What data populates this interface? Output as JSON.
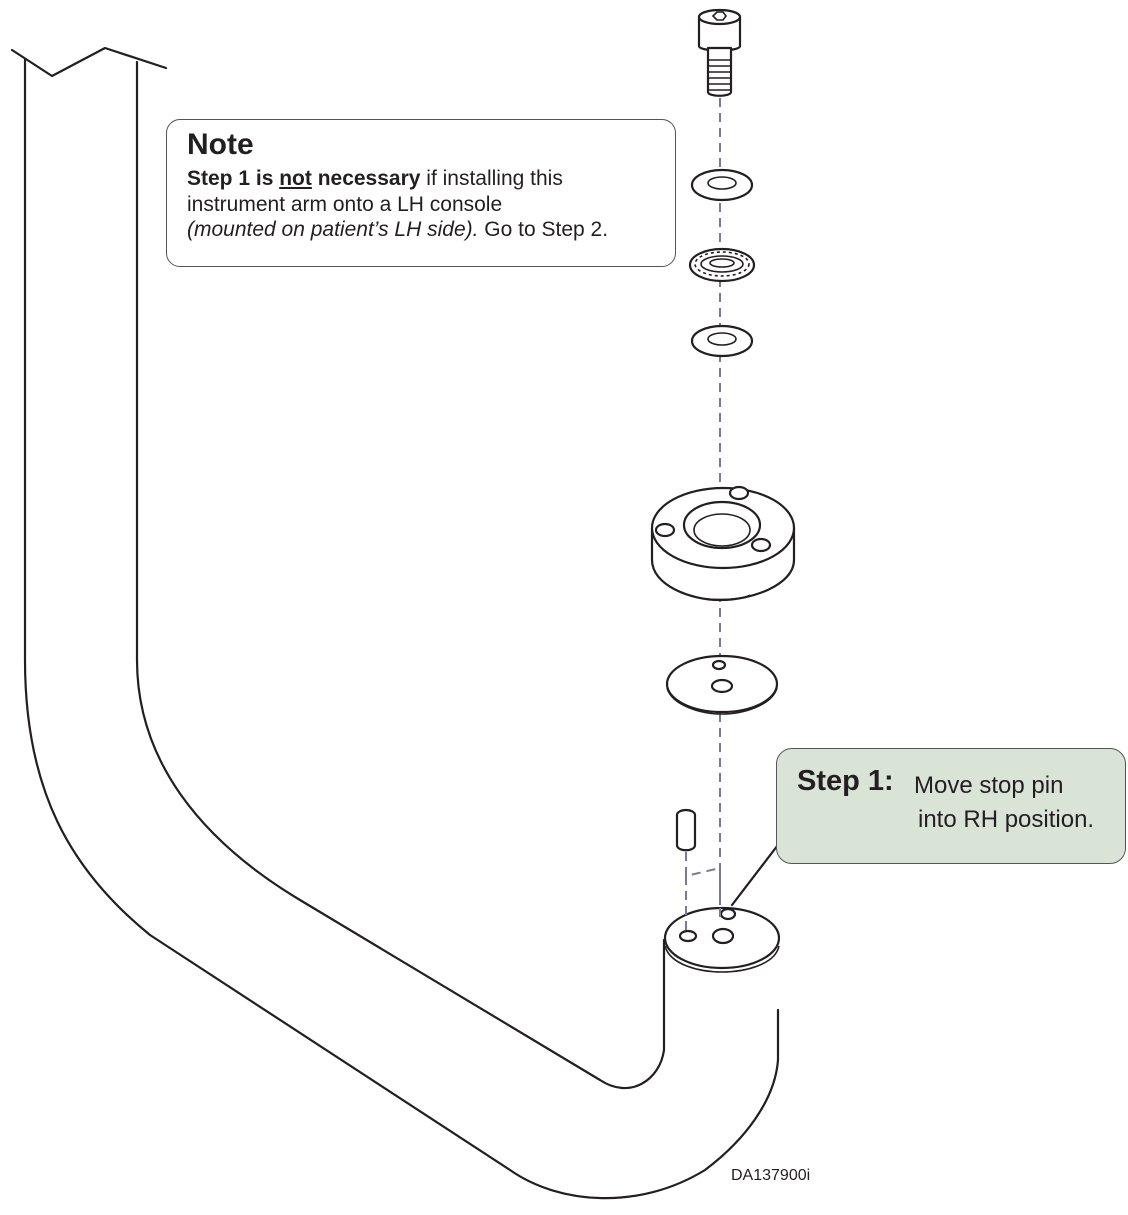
{
  "note": {
    "title": "Note",
    "line1_bold": "Step 1 is ",
    "line1_underlined": "not",
    "line1_bold_end": " necessary",
    "line1_rest": " if installing this",
    "line2": "instrument arm onto a LH console",
    "line3_italic": "(mounted on patient’s LH side).",
    "line3_rest": " Go to Step 2."
  },
  "callout": {
    "step_label": "Step 1:",
    "line1": "Move stop pin",
    "line2": "into RH position.",
    "fill_color": "#d9e4d7"
  },
  "drawing_id": "DA137900i",
  "parts": [
    "shoulder-screw",
    "thrust-washer",
    "needle-thrust-bearing",
    "thrust-washer",
    "arm-hub",
    "spacer-plate",
    "stop-pin",
    "instrument-arm"
  ]
}
